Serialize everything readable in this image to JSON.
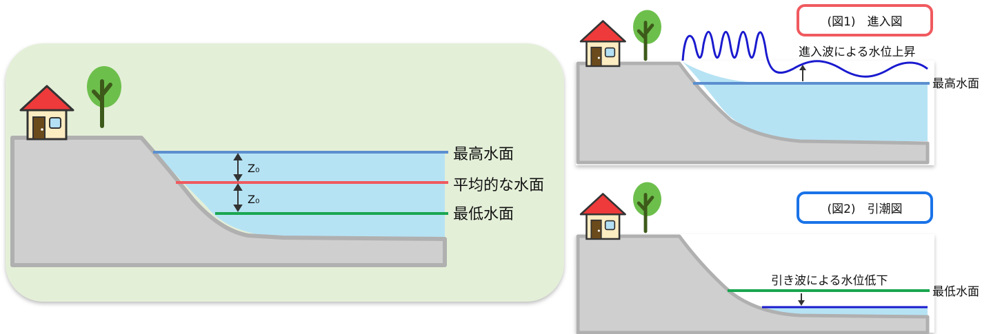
{
  "main_panel": {
    "labels": {
      "highest": "最高水面",
      "average": "平均的な水面",
      "lowest": "最低水面",
      "z_upper": "Z₀",
      "z_lower": "Z₀"
    }
  },
  "figure1": {
    "title": "(図1)　進入図",
    "wave_label": "進入波による水位上昇",
    "level_label": "最高水面"
  },
  "figure2": {
    "title": "(図2)　引潮図",
    "drop_label": "引き波による水位低下",
    "level_label": "最低水面"
  },
  "colors": {
    "panel_bg": "#e4efd8",
    "ground": "#cfcfcf",
    "ground_edge": "#b0b0b0",
    "water": "#b6e3f4",
    "line_high": "#5b8fcf",
    "line_avg": "#f05a5f",
    "line_low": "#1aa650",
    "wave": "#1a1acf",
    "title1_border": "#f05a5f",
    "title2_border": "#1a73e8"
  },
  "icons": [
    "house-icon",
    "tree-icon",
    "door-icon",
    "window-icon",
    "arrow-up-icon",
    "arrow-down-icon",
    "double-arrow-icon"
  ]
}
